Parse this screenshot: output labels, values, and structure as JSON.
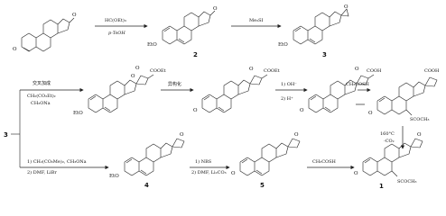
{
  "compound_labels": {
    "c2": "2",
    "c3": "3",
    "c4": "4",
    "c5": "5",
    "c1": "1",
    "start_ring": "3"
  },
  "substituents": {
    "ketone_top_left": "O",
    "ketone_3_left": "O",
    "eto_2": "EtO",
    "eto_3": "EtO",
    "eto_row2_left": "EtO",
    "eto_4": "EtO",
    "o_epox": "O",
    "cooet_1": "COOEt",
    "cooet_2": "COOEt",
    "cooh_1": "COOH",
    "cooh_2": "COOH",
    "o_row2a": "O",
    "o_row2b": "O",
    "o_row2c": "O",
    "o_row2d": "O",
    "o_4": "O",
    "o_5": "O",
    "o_1": "O",
    "o_row2_ketone_b": "O",
    "o_row2_ketone_c": "O",
    "o_row2_ketone_d": "O",
    "o_5_ketone": "O",
    "o_1_ketone": "O",
    "scoch3_row2": "SCOCH₃",
    "scoch3_1": "SCOCH₃"
  },
  "reagents": {
    "r1_top": "HC(OEt)₃",
    "r1_bottom": "p-TsOH",
    "r2_top": "Me₃SI",
    "r3_top": "交叉加成",
    "r3_mid": "CH₂(CO₂Et)₂",
    "r3_bottom": "CH₃ONa",
    "r4_top": "异构化",
    "r5_a": "1) OH⁻",
    "r5_b": "2) H⁺",
    "r6": "CH₃COSH",
    "r7_a": "160°C",
    "r7_b": "-CO₂",
    "r8_a": "1) CH₂(CO₂Me)₂, CH₃ONa",
    "r8_b": "2) DMF, LiBr",
    "r9_a": "1) NBS",
    "r9_b": "2) DMF, Li₂CO₃",
    "r10": "CH₃COSH"
  }
}
